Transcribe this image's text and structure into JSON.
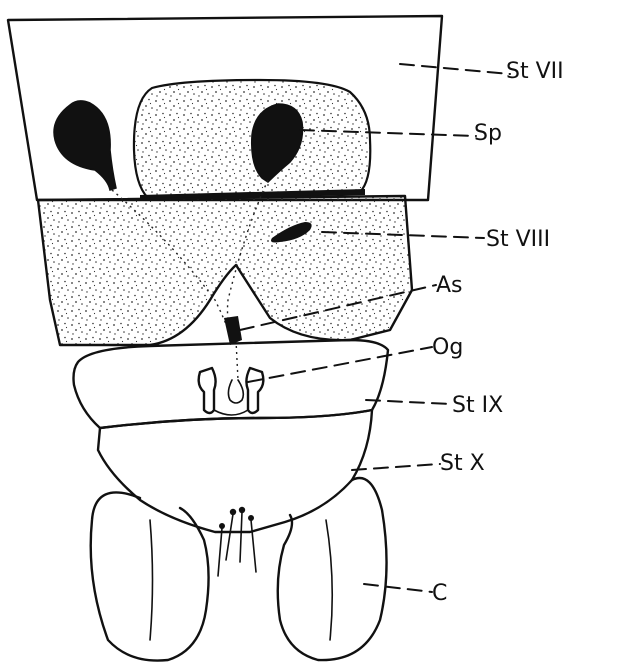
{
  "figure": {
    "labels": {
      "st_vii": "St VII",
      "sp": "Sp",
      "st_viii": "St VIII",
      "as": "As",
      "og": "Og",
      "st_ix": "St IX",
      "st_x": "St X",
      "c": "C"
    },
    "colors": {
      "ink": "#111111",
      "stipple": "#333333",
      "background": "#ffffff"
    }
  }
}
